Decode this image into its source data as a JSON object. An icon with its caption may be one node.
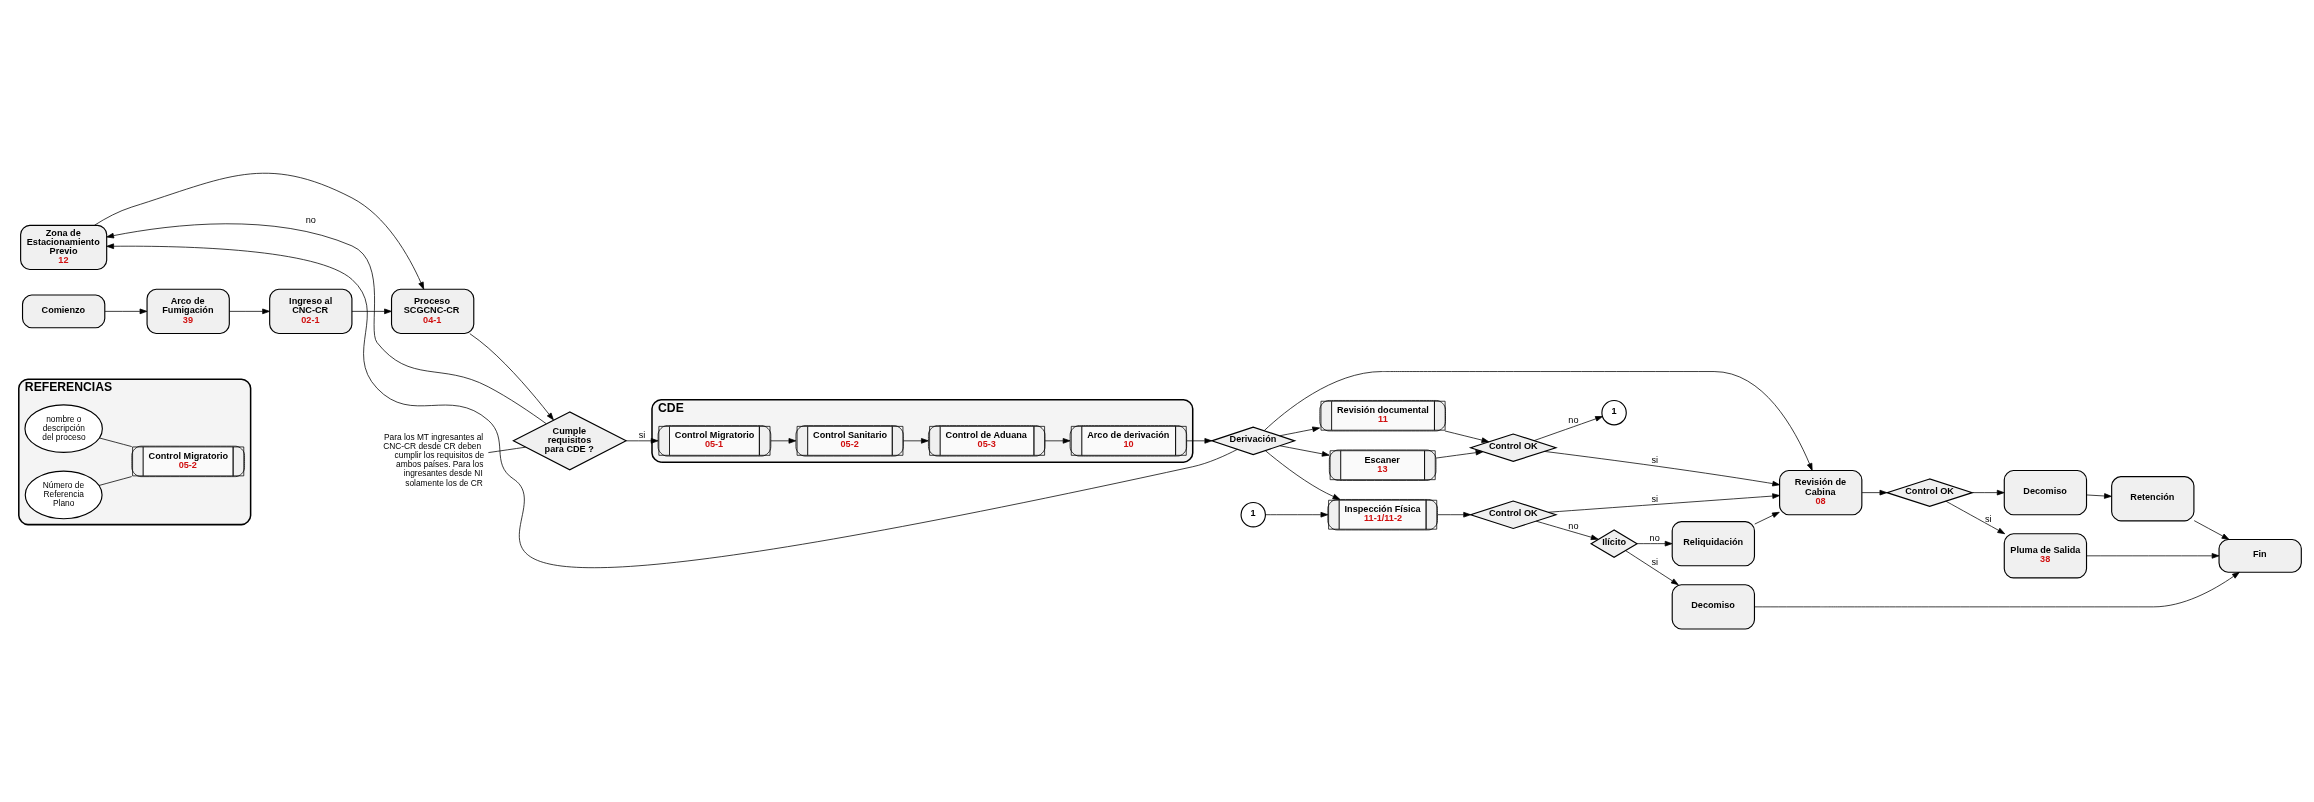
{
  "diagram": {
    "nodes": [
      {
        "text": [
          "REFERENCIAS"
        ]
      },
      {
        "text": [
          "Control Migratorio",
          "05-2"
        ],
        "in": 0
      },
      {
        "text": [
          "nombre o descripción del proceso"
        ],
        "in": 0
      },
      {
        "text": [
          "Número de Referencia Plano"
        ],
        "in": 0
      },
      {
        "text": [
          "Zona de Estacionamiento Previo",
          "12"
        ]
      },
      {
        "text": [
          "Comienzo"
        ]
      },
      {
        "text": [
          "Arco de Fumigación",
          "39"
        ]
      },
      {
        "text": [
          "Ingreso al CNC-CR",
          "02-1"
        ]
      },
      {
        "text": [
          "Proceso SCGCNC-CR",
          "04-1"
        ]
      },
      {
        "text": [
          "Cumple requisitos para CDE ?"
        ]
      },
      {
        "text": [
          "Para los MT ingresantes al CNC-CR desde CR deben cumplir los requisitos de ambos países. Para los ingresantes desde NI solamente los de CR"
        ]
      },
      {
        "text": [
          "CDE"
        ]
      },
      {
        "text": [
          "Control Migratorio",
          "05-1"
        ],
        "in": 11
      },
      {
        "text": [
          "Control Sanitario",
          "05-2"
        ],
        "in": 11
      },
      {
        "text": [
          "Control de Aduana",
          "05-3"
        ],
        "in": 11
      },
      {
        "text": [
          "Arco de derivación",
          "10"
        ],
        "in": 11
      },
      {
        "text": [
          "Derivación"
        ]
      },
      {
        "text": [
          "1"
        ]
      },
      {
        "text": [
          "Inspección Física",
          "11-1/11-2"
        ]
      },
      {
        "text": [
          "Control OK"
        ]
      },
      {
        "text": [
          "Ilícito"
        ]
      },
      {
        "text": [
          "Decomiso"
        ]
      },
      {
        "text": [
          "Reliquidación"
        ]
      },
      {
        "text": [
          "Revisión de Cabina",
          "08"
        ]
      },
      {
        "text": [
          "Control OK"
        ]
      },
      {
        "text": [
          "Pluma de Salida",
          "38"
        ]
      },
      {
        "text": [
          "Fin"
        ]
      },
      {
        "text": [
          "Decomiso"
        ]
      },
      {
        "text": [
          "Retención"
        ]
      },
      {
        "text": [
          "Revisión documental",
          "11"
        ]
      },
      {
        "text": [
          "Control OK"
        ]
      },
      {
        "text": [
          "1"
        ]
      },
      {
        "text": [
          "Escaner",
          "13"
        ]
      }
    ],
    "edges": [
      {
        "from": 2,
        "to": 1,
        "arrow": "none"
      },
      {
        "from": 3,
        "to": 1,
        "arrow": "none"
      },
      {
        "from": 5,
        "to": 6,
        "arrow": "to"
      },
      {
        "from": 6,
        "to": 7,
        "arrow": "to"
      },
      {
        "from": 7,
        "to": 8,
        "arrow": "to"
      },
      {
        "from": 8,
        "to": 9,
        "arrow": "to"
      },
      {
        "from": 9,
        "to": 4,
        "arrow": "to",
        "label": "no"
      },
      {
        "from": 4,
        "to": 8,
        "arrow": "to"
      },
      {
        "from": 10,
        "to": 9,
        "arrow": "none"
      },
      {
        "from": 9,
        "to": 12,
        "arrow": "to",
        "label": "si"
      },
      {
        "from": 12,
        "to": 13,
        "arrow": "to"
      },
      {
        "from": 13,
        "to": 14,
        "arrow": "to"
      },
      {
        "from": 14,
        "to": 15,
        "arrow": "to"
      },
      {
        "from": 15,
        "to": 16,
        "arrow": "to"
      },
      {
        "from": 16,
        "to": 4,
        "arrow": "to"
      },
      {
        "from": 16,
        "to": 18,
        "arrow": "to"
      },
      {
        "from": 16,
        "to": 23,
        "arrow": "to"
      },
      {
        "from": 16,
        "to": 29,
        "arrow": "to"
      },
      {
        "from": 16,
        "to": 32,
        "arrow": "to"
      },
      {
        "from": 17,
        "to": 18,
        "arrow": "to"
      },
      {
        "from": 18,
        "to": 19,
        "arrow": "to"
      },
      {
        "from": 19,
        "to": 20,
        "arrow": "to",
        "label": "no"
      },
      {
        "from": 20,
        "to": 21,
        "arrow": "to",
        "label": "si"
      },
      {
        "from": 20,
        "to": 22,
        "arrow": "to",
        "label": "no"
      },
      {
        "from": 19,
        "to": 23,
        "arrow": "to",
        "label": "si"
      },
      {
        "from": 22,
        "to": 23,
        "arrow": "to"
      },
      {
        "from": 21,
        "to": 26,
        "arrow": "to"
      },
      {
        "from": 23,
        "to": 24,
        "arrow": "to"
      },
      {
        "from": 24,
        "to": 25,
        "arrow": "to",
        "label": "si"
      },
      {
        "from": 25,
        "to": 26,
        "arrow": "to"
      },
      {
        "from": 24,
        "to": 27,
        "arrow": "to"
      },
      {
        "from": 27,
        "to": 28,
        "arrow": "to"
      },
      {
        "from": 28,
        "to": 26,
        "arrow": "to"
      },
      {
        "from": 29,
        "to": 30,
        "arrow": "to"
      },
      {
        "from": 30,
        "to": 31,
        "arrow": "to",
        "label": "no"
      },
      {
        "from": 30,
        "to": 23,
        "arrow": "to",
        "label": "si"
      },
      {
        "from": 32,
        "to": 30,
        "arrow": "to"
      }
    ]
  }
}
